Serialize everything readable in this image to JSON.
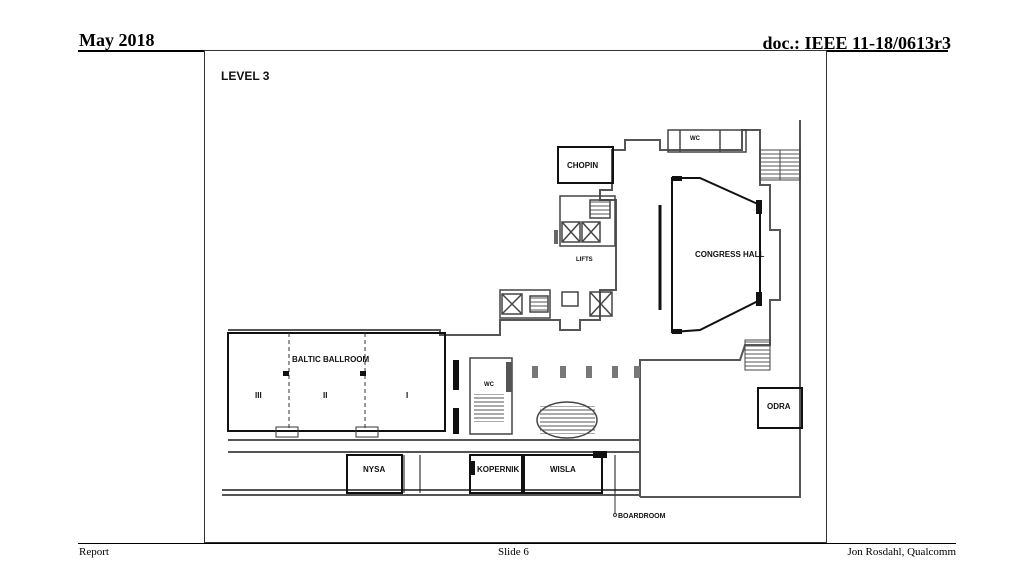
{
  "header": {
    "date": "May 2018",
    "doc_id": "doc.: IEEE 11-18/0613r3"
  },
  "floorplan": {
    "level_title": "LEVEL 3",
    "rooms": {
      "chopin": "CHOPIN",
      "congress_hall": "CONGRESS HALL",
      "baltic_ballroom": "BALTIC BALLROOM",
      "ballroom_sections": [
        "III",
        "II",
        "I"
      ],
      "nysa": "NYSA",
      "kopernik": "KOPERNIK",
      "wisla": "WISLA",
      "odra": "ODRA",
      "boardroom": "BOARDROOM"
    },
    "labels": {
      "lifts": "LIFTS",
      "wc_top": "WC",
      "wc_mid": "WC"
    }
  },
  "footer": {
    "left": "Report",
    "center": "Slide 6",
    "right": "Jon Rosdahl, Qualcomm"
  }
}
